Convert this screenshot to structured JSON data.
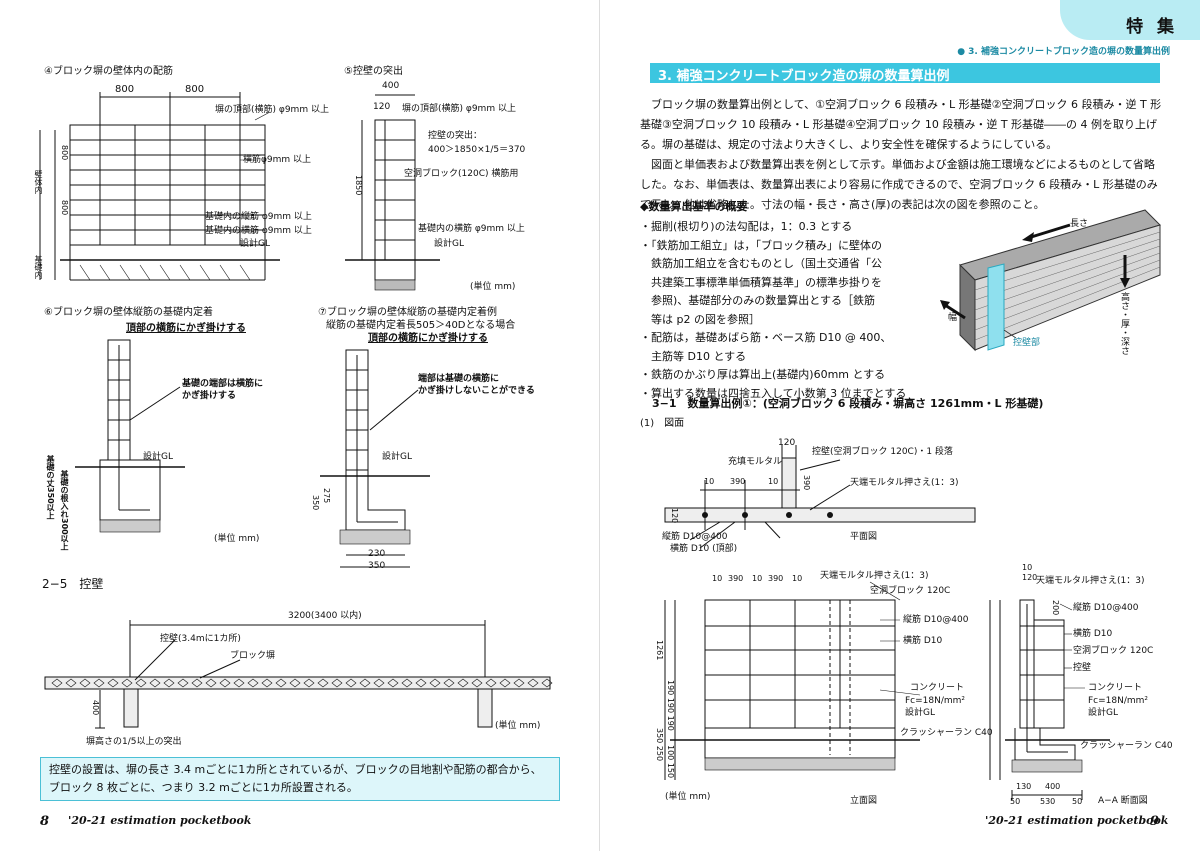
{
  "left": {
    "fig4_title": "④ブロック塀の壁体内の配筋",
    "fig4_dim_a": "800",
    "fig4_dim_b": "800",
    "fig4_label_top": "塀の頂部(横筋) φ9mm 以上",
    "fig4_label_hbar": "横筋φ9mm 以上",
    "fig4_label_vbar_base": "基礎内の縦筋 φ9mm 以上",
    "fig4_label_hbar_base": "基礎内の横筋 φ9mm 以上",
    "fig4_gl": "設計GL",
    "fig4_side_wall": "壁体内",
    "fig4_side_base": "基礎内",
    "fig4_v800a": "800",
    "fig4_v800b": "800",
    "fig5_title": "⑤控壁の突出",
    "fig5_dim_400": "400",
    "fig5_dim_120": "120",
    "fig5_label_top": "塀の頂部(横筋) φ9mm 以上",
    "fig5_proj1": "控壁の突出：",
    "fig5_proj2": "400＞1850×1/5＝370",
    "fig5_block": "空洞ブロック(120C) 横筋用",
    "fig5_hbar_base": "基礎内の横筋 φ9mm 以上",
    "fig5_gl": "設計GL",
    "fig5_h1850": "1850",
    "fig5_unit": "(単位 mm)",
    "fig6_title": "⑥ブロック塀の壁体縦筋の基礎内定着",
    "fig6_sub": "頂部の横筋にかぎ掛けする",
    "fig6_note1": "基礎の端部は横筋に",
    "fig6_note2": "かぎ掛けする",
    "fig6_gl": "設計GL",
    "fig6_side1": "基礎の丈350以上",
    "fig6_side2": "基礎の根入れ300以上",
    "fig6_unit": "(単位 mm)",
    "fig7_title": "⑦ブロック塀の壁体縦筋の基礎内定着例",
    "fig7_sub1": "縦筋の基礎内定着長505＞40Dとなる場合",
    "fig7_sub2": "頂部の横筋にかぎ掛けする",
    "fig7_note1": "端部は基礎の横筋に",
    "fig7_note2": "かぎ掛けしないことができる",
    "fig7_gl": "設計GL",
    "fig7_d350": "350",
    "fig7_d275": "275",
    "fig7_d230": "230",
    "fig7_d350b": "350",
    "section_heading": "2−5　控壁",
    "plan_dim": "3200(3400 以内)",
    "plan_label_buttress": "控壁(3.4mに1カ所)",
    "plan_label_wall": "ブロック塀",
    "plan_d400": "400",
    "plan_note": "塀高さの1/5以上の突出",
    "plan_unit": "(単位 mm)",
    "note_text": "控壁の設置は、塀の長さ 3.4 mごとに1カ所とされているが、ブロックの目地割や配筋の都合から、ブロック 8 枚ごとに、つまり 3.2 mごとに1カ所設置される。",
    "footer": "'20-21 estimation pocketbook",
    "page_number": "8"
  },
  "right": {
    "tab_title": "特 集",
    "breadcrumb": "● 3. 補強コンクリートブロック造の塀の数量算出例",
    "section_title": "3. 補強コンクリートブロック造の塀の数量算出例",
    "intro_p1": "ブロック塀の数量算出例として、①空洞ブロック 6 段積み・L 形基礎②空洞ブロック 6 段積み・逆 T 形基礎③空洞ブロック 10 段積み・L 形基礎④空洞ブロック 10 段積み・逆 T 形基礎――の 4 例を取り上げる。塀の基礎は、規定の寸法より大きくし、より安全性を確保するようにしている。",
    "intro_p2": "図面と単価表および数量算出表を例として示す。単価および金額は施工環境などによるものとして省略した。なお、単価表は、数量算出表により容易に作成できるので、空洞ブロック 6 段積み・L 形基礎のみで示し、他は省略した。寸法の幅・長さ・高さ(厚)の表記は次の図を参照のこと。",
    "overview_title": "◆数量算出基準の概要",
    "bullets": [
      "・掘削(根切り)の法勾配は，1：0.3 とする",
      "・「鉄筋加工組立」は，「ブロック積み」に壁体の",
      "　鉄筋加工組立を含むものとし（国土交通省「公",
      "　共建築工事標準単価積算基準」の標準歩掛りを",
      "　参照)、基礎部分のみの数量算出とする［鉄筋",
      "　等は p2 の図を参照］",
      "・配筋は，基礎あばら筋・ベース筋 D10 @ 400、",
      "　主筋等 D10 とする",
      "・鉄筋のかぶり厚は算出上(基礎内)60mm とする",
      "・算出する数量は四捨五入して小数第 3 位までとする"
    ],
    "iso_length": "長さ",
    "iso_width": "幅",
    "iso_height": "高さ・厚・深さ",
    "iso_buttress": "控壁部",
    "example_title": "3−1　数量算出例①：(空洞ブロック 6 段積み・塀高さ 1261mm・L 形基礎)",
    "drawing_label": "(1)　図面",
    "plan_view": {
      "d120": "120",
      "mortar_fill": "充填モルタル",
      "buttress": "控壁(空洞ブロック 120C)・1 段落",
      "cap_mortar": "天端モルタル押さえ(1：3)",
      "d10a": "10",
      "d390": "390",
      "d10b": "10",
      "d390v": "390",
      "d120v": "120",
      "vbar": "縦筋 D10@400",
      "hbar": "横筋 D10 (頂部)",
      "caption": "平面図"
    },
    "elev_view": {
      "top_dims": [
        "10",
        "390",
        "10",
        "390",
        "10"
      ],
      "cap_mortar": "天端モルタル押さえ(1：3)",
      "block": "空洞ブロック 120C",
      "vbar": "縦筋 D10@400",
      "hbar": "横筋 D10",
      "concrete": "コンクリート",
      "fc": "Fc=18N/mm²",
      "gl": "設計GL",
      "crusher": "クラッシャーラン C40",
      "h1261": "1261",
      "rows": "190 190 190",
      "base": "350 250",
      "base2": "100 150",
      "caption": "立面図",
      "unit": "(単位 mm)"
    },
    "section_view": {
      "d10": "10",
      "d120": "120",
      "cap_mortar": "天端モルタル押さえ(1：3)",
      "vbar": "縦筋 D10@400",
      "hbar": "横筋 D10",
      "block": "空洞ブロック 120C",
      "buttress": "控壁",
      "concrete": "コンクリート",
      "fc": "Fc=18N/mm²",
      "gl": "設計GL",
      "crusher": "クラッシャーラン C40",
      "d200": "200",
      "d130": "130",
      "d400": "400",
      "d50a": "50",
      "d530": "530",
      "d50b": "50",
      "caption": "A−A 断面図"
    },
    "footer": "'20-21 estimation pocketbook",
    "page_number": "9"
  }
}
